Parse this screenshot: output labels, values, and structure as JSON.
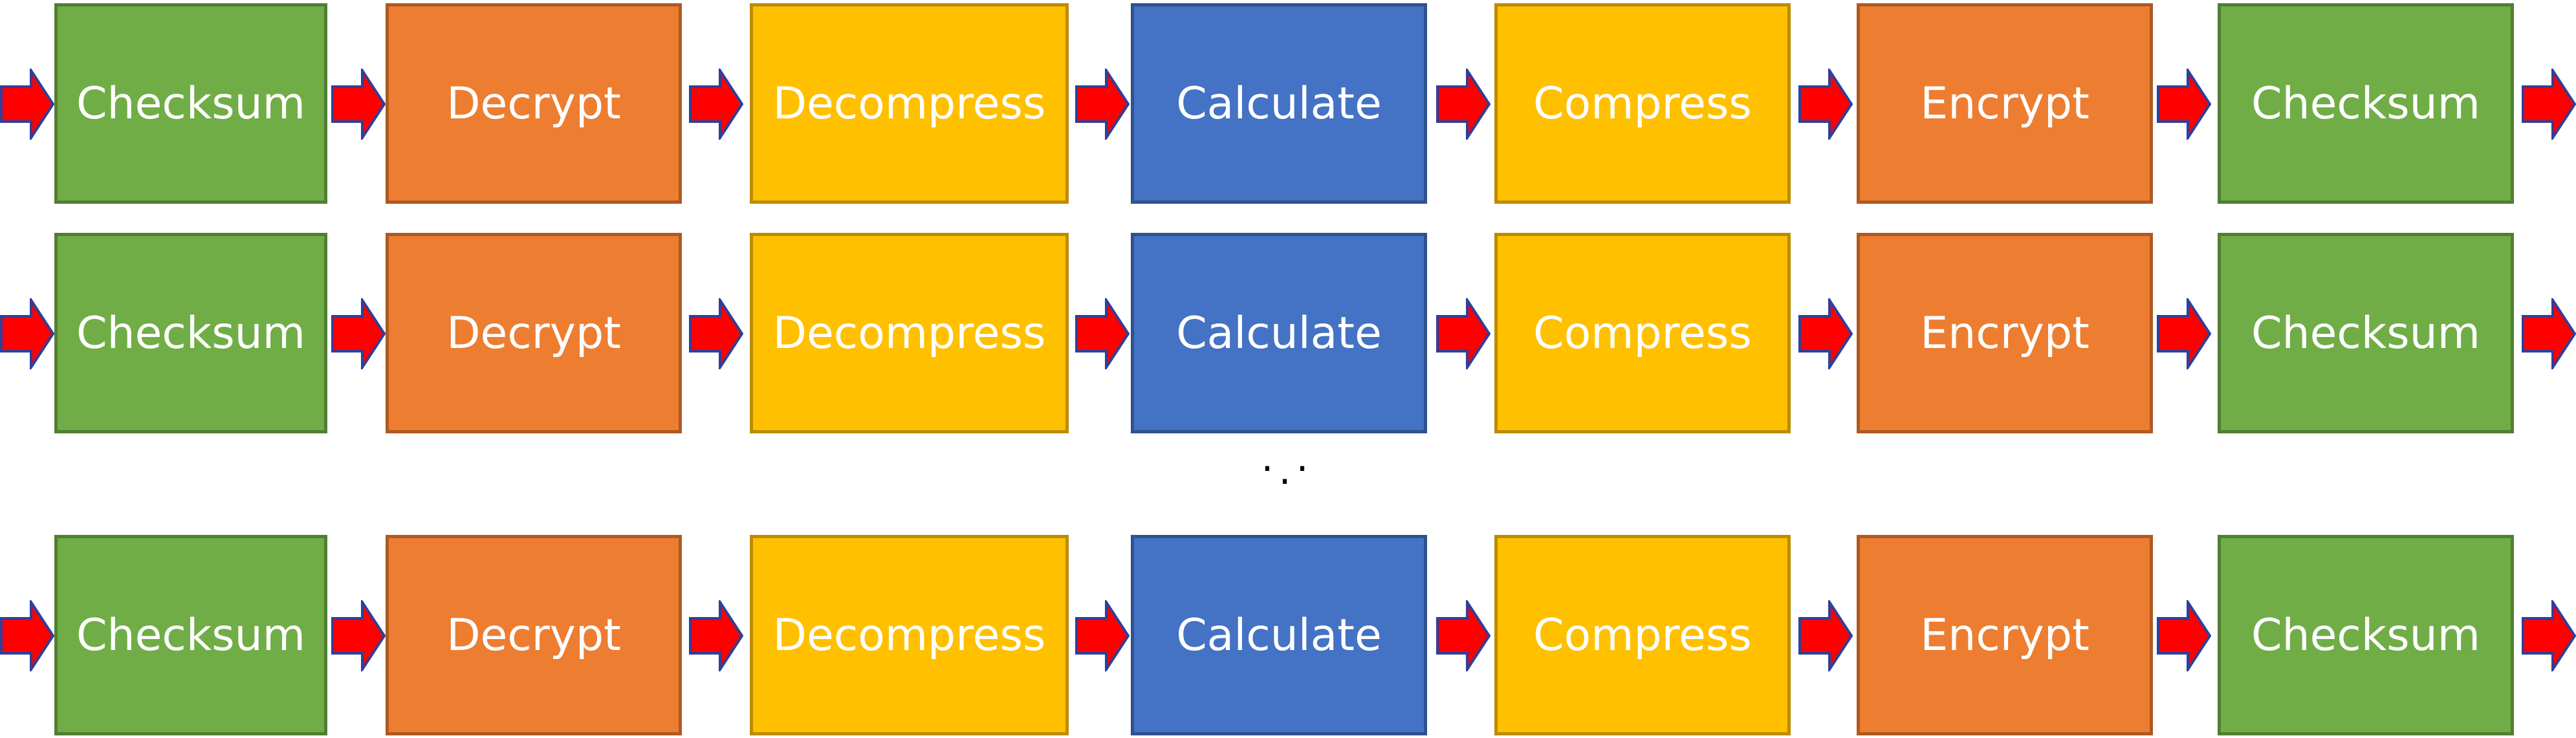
{
  "colors": {
    "checksum": "#70AD47",
    "checksum_border": "#507E32",
    "crypt": "#ED7D31",
    "crypt_border": "#AE5A21",
    "compress": "#FFC000",
    "compress_border": "#BC8C00",
    "calculate": "#4472C4",
    "calculate_border": "#2F528F",
    "arrow_fill": "#FF0000",
    "arrow_stroke": "#2F3F9A"
  },
  "rows": [
    {
      "stages": [
        {
          "label": "Checksum",
          "kind": "checksum"
        },
        {
          "label": "Decrypt",
          "kind": "crypt"
        },
        {
          "label": "Decompress",
          "kind": "compress"
        },
        {
          "label": "Calculate",
          "kind": "calculate"
        },
        {
          "label": "Compress",
          "kind": "compress"
        },
        {
          "label": "Encrypt",
          "kind": "crypt"
        },
        {
          "label": "Checksum",
          "kind": "checksum"
        }
      ]
    },
    {
      "stages": [
        {
          "label": "Checksum",
          "kind": "checksum"
        },
        {
          "label": "Decrypt",
          "kind": "crypt"
        },
        {
          "label": "Decompress",
          "kind": "compress"
        },
        {
          "label": "Calculate",
          "kind": "calculate"
        },
        {
          "label": "Compress",
          "kind": "compress"
        },
        {
          "label": "Encrypt",
          "kind": "crypt"
        },
        {
          "label": "Checksum",
          "kind": "checksum"
        }
      ]
    },
    {
      "stages": [
        {
          "label": "Checksum",
          "kind": "checksum"
        },
        {
          "label": "Decrypt",
          "kind": "crypt"
        },
        {
          "label": "Decompress",
          "kind": "compress"
        },
        {
          "label": "Calculate",
          "kind": "calculate"
        },
        {
          "label": "Compress",
          "kind": "compress"
        },
        {
          "label": "Encrypt",
          "kind": "crypt"
        },
        {
          "label": "Checksum",
          "kind": "checksum"
        }
      ]
    }
  ],
  "ellipsis": "· · ·"
}
